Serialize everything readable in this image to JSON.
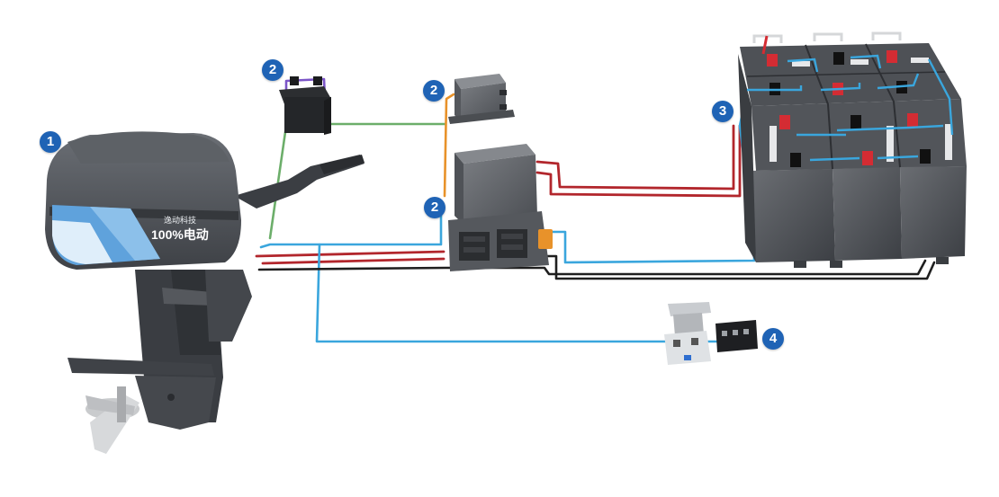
{
  "motor": {
    "brand_text": "逸动科技",
    "slogan_text": "100%电动"
  },
  "badges": {
    "motor": "1",
    "battery_box": "2",
    "charger": "2",
    "controller": "2",
    "battery_pack": "3",
    "throttle": "4"
  },
  "colors": {
    "badge": "#1f63b5",
    "wire_blue": "#3aa6dd",
    "wire_red": "#b2262c",
    "wire_black": "#1f1f1f",
    "wire_green": "#6cae6a",
    "wire_orange": "#e8922a",
    "wire_purple": "#7b55c7",
    "body_dark": "#4b4e53",
    "motor_stripe": "#5fa2dc"
  }
}
